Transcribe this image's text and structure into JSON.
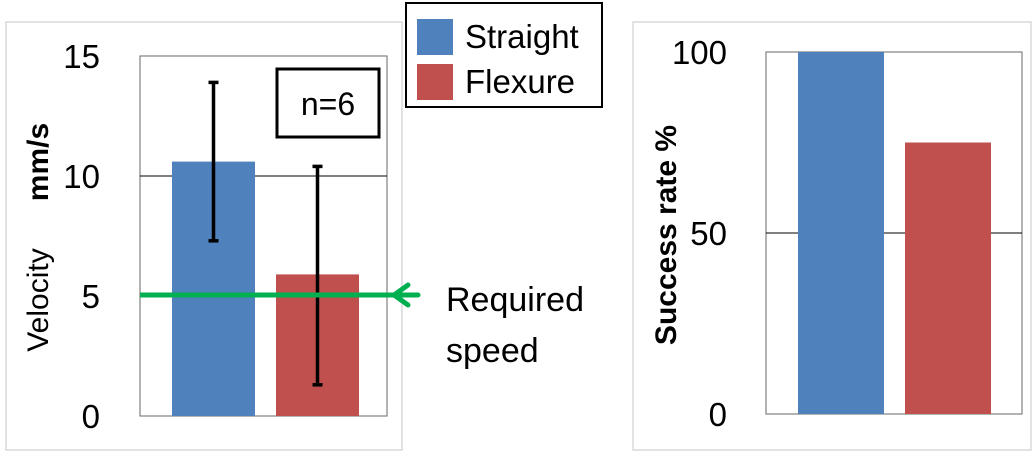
{
  "colors": {
    "straight": "#4F81BD",
    "flexure": "#C0504D",
    "required": "#00B050",
    "frame": "#D9D9D9"
  },
  "legend": [
    {
      "name": "Straight",
      "color": "#4F81BD"
    },
    {
      "name": "Flexure",
      "color": "#C0504D"
    }
  ],
  "chart_data": [
    {
      "type": "bar",
      "categories": [
        "Straight",
        "Flexure"
      ],
      "values": [
        10.6,
        5.9
      ],
      "error_low": [
        7.3,
        1.3
      ],
      "error_high": [
        13.9,
        10.4
      ],
      "ylim": [
        0,
        15
      ],
      "yticks": [
        "0",
        "5",
        "10",
        "15"
      ],
      "ylabel_part1": "Velocity",
      "ylabel_part2": "mm/s",
      "annotation": "n=6",
      "reference_line": {
        "value": 5,
        "label_line1": "Required",
        "label_line2": "speed"
      },
      "gridlines": [
        10
      ]
    },
    {
      "type": "bar",
      "categories": [
        "Straight",
        "Flexure"
      ],
      "values": [
        100,
        75
      ],
      "ylim": [
        0,
        100
      ],
      "yticks": [
        "0",
        "50",
        "100"
      ],
      "ylabel": "Success rate %",
      "gridlines": [
        50
      ]
    }
  ]
}
